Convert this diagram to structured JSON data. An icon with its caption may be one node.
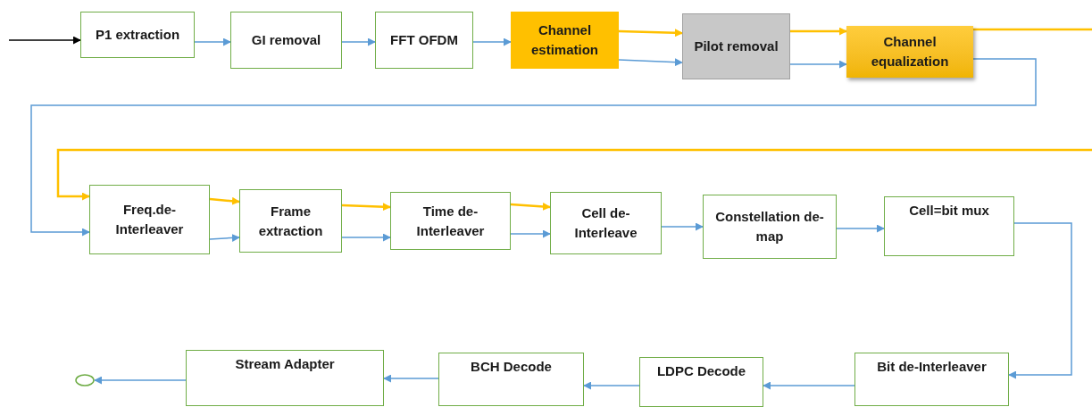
{
  "diagram": {
    "nodes": [
      {
        "text": [
          "P1 extraction"
        ]
      },
      {
        "text": [
          "GI removal"
        ]
      },
      {
        "text": [
          "FFT OFDM"
        ]
      },
      {
        "text": [
          "Channel estimation"
        ]
      },
      {
        "text": [
          "Pilot removal"
        ]
      },
      {
        "text": [
          "Channel equalization"
        ]
      },
      {
        "text": [
          "Freq.de-Interleaver"
        ]
      },
      {
        "text": [
          "Frame extraction"
        ]
      },
      {
        "text": [
          "Time de-Interleaver"
        ]
      },
      {
        "text": [
          "Cell de-Interleave"
        ]
      },
      {
        "text": [
          "Constellation de-map"
        ]
      },
      {
        "text": [
          "Cell=bit mux"
        ]
      },
      {
        "text": [
          "Bit de-Interleaver"
        ]
      },
      {
        "text": [
          "LDPC Decode"
        ]
      },
      {
        "text": [
          "BCH Decode"
        ]
      },
      {
        "text": [
          "Stream Adapter"
        ]
      },
      {
        "text": [],
        "shape": "circle"
      }
    ],
    "edges": [
      {
        "from": null,
        "to": 0,
        "arrow": "to",
        "color": "#000000"
      },
      {
        "from": 0,
        "to": 1,
        "arrow": "to"
      },
      {
        "from": 1,
        "to": 2,
        "arrow": "to"
      },
      {
        "from": 2,
        "to": 3,
        "arrow": "to"
      },
      {
        "from": 3,
        "to": 4,
        "arrow": "to",
        "color": "#ffc000"
      },
      {
        "from": 3,
        "to": 4,
        "arrow": "to"
      },
      {
        "from": 4,
        "to": 5,
        "arrow": "to",
        "color": "#ffc000"
      },
      {
        "from": 4,
        "to": 5,
        "arrow": "to"
      },
      {
        "from": 5,
        "to": null,
        "arrow": "none",
        "color": "#ffc000"
      },
      {
        "from": 5,
        "to": 6,
        "arrow": "to"
      },
      {
        "from": null,
        "to": 6,
        "arrow": "to",
        "color": "#ffc000"
      },
      {
        "from": 6,
        "to": 7,
        "arrow": "to",
        "color": "#ffc000"
      },
      {
        "from": 6,
        "to": 7,
        "arrow": "to"
      },
      {
        "from": 7,
        "to": 8,
        "arrow": "to",
        "color": "#ffc000"
      },
      {
        "from": 7,
        "to": 8,
        "arrow": "to"
      },
      {
        "from": 8,
        "to": 9,
        "arrow": "to",
        "color": "#ffc000"
      },
      {
        "from": 8,
        "to": 9,
        "arrow": "to"
      },
      {
        "from": 9,
        "to": 10,
        "arrow": "to"
      },
      {
        "from": 10,
        "to": 11,
        "arrow": "to"
      },
      {
        "from": 11,
        "to": 12,
        "arrow": "to"
      },
      {
        "from": 12,
        "to": 13,
        "arrow": "to"
      },
      {
        "from": 13,
        "to": 14,
        "arrow": "to"
      },
      {
        "from": 14,
        "to": 15,
        "arrow": "to"
      },
      {
        "from": 15,
        "to": 16,
        "arrow": "to"
      }
    ]
  }
}
